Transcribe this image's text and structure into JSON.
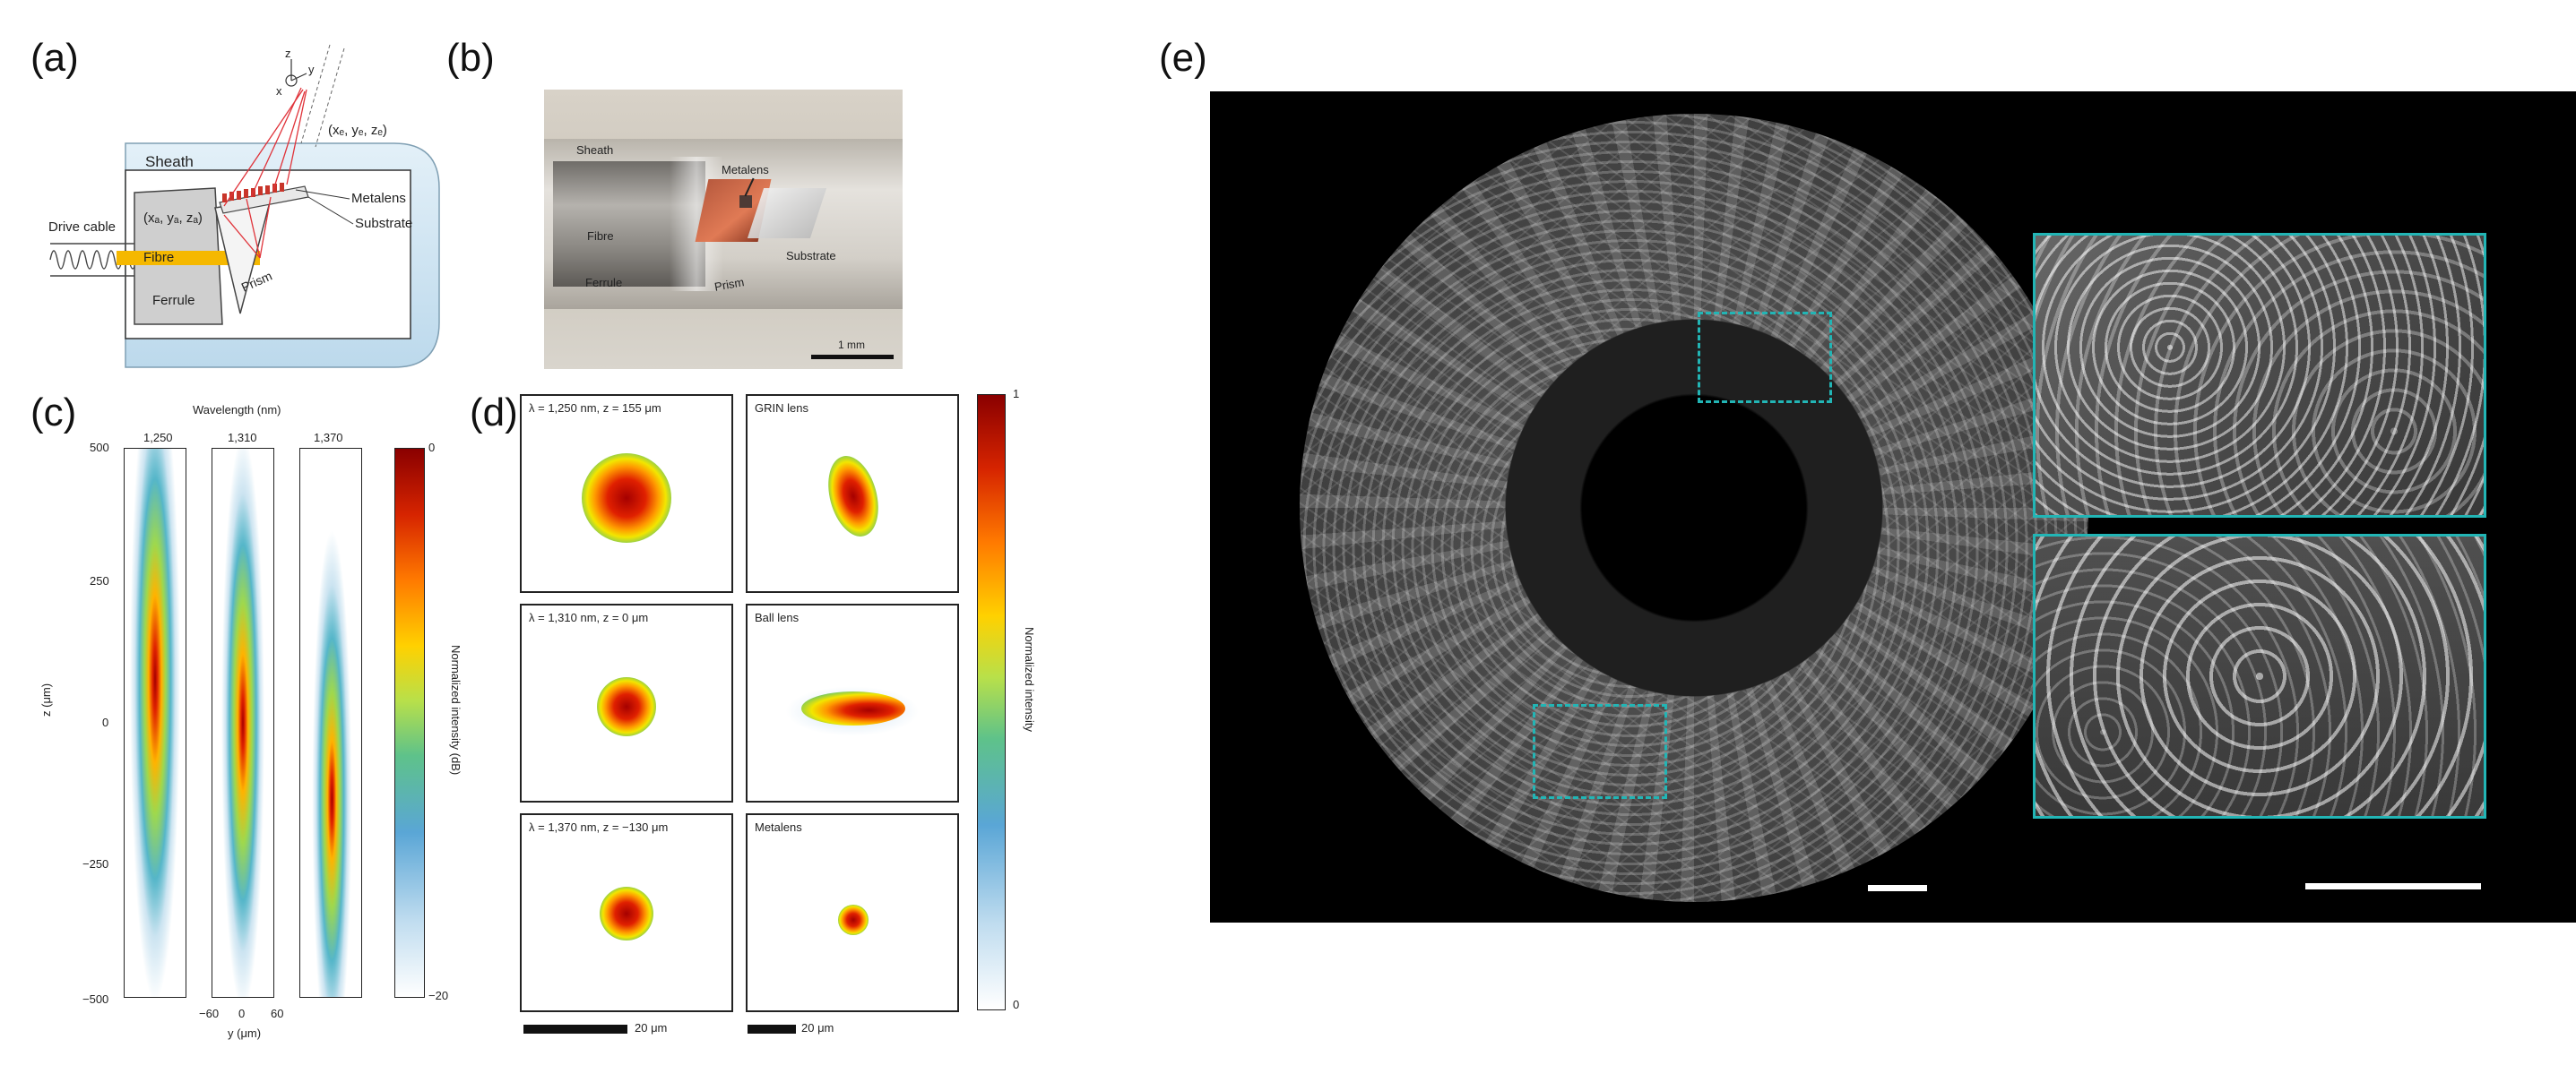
{
  "panels": {
    "a": {
      "label": "(a)",
      "texts": {
        "sheath": "Sheath",
        "drive_cable": "Drive cable",
        "fibre": "Fibre",
        "ferrule": "Ferrule",
        "prism": "Prism",
        "metalens": "Metalens",
        "substrate": "Substrate",
        "coord_in": "(xₐ, yₐ, zₐ)",
        "coord_out": "(xₑ, yₑ, zₑ)",
        "axis_z": "z",
        "axis_y": "y",
        "axis_x": "x"
      }
    },
    "b": {
      "label": "(b)",
      "texts": {
        "sheath": "Sheath",
        "metalens": "Metalens",
        "fibre": "Fibre",
        "substrate": "Substrate",
        "ferrule": "Ferrule",
        "prism": "Prism",
        "scale": "1 mm"
      }
    },
    "c": {
      "label": "(c)",
      "title": "Wavelength (nm)",
      "columns": [
        "1,250",
        "1,310",
        "1,370"
      ],
      "y_axis_label": "z (μm)",
      "y_ticks": [
        "500",
        "250",
        "0",
        "−250",
        "−500"
      ],
      "x_axis_label": "y (μm)",
      "x_ticks": [
        "−60",
        "0",
        "60"
      ],
      "colorbar_label": "Normalized intensity (dB)",
      "colorbar_ticks": [
        "0",
        "−20"
      ]
    },
    "d": {
      "label": "(d)",
      "cells": [
        {
          "text": "λ = 1,250 nm, z = 155 μm"
        },
        {
          "text": "GRIN lens"
        },
        {
          "text": "λ = 1,310 nm, z = 0 μm"
        },
        {
          "text": "Ball lens"
        },
        {
          "text": "λ = 1,370 nm, z = −130 μm"
        },
        {
          "text": "Metalens"
        }
      ],
      "scalebar_left": "20 μm",
      "scalebar_right": "20 μm",
      "colorbar_label": "Normalized intensity",
      "colorbar_ticks": [
        "1",
        "0"
      ]
    },
    "e": {
      "label": "(e)"
    }
  },
  "colors": {
    "inset_border": "#22b5b5",
    "jet_hot": "#a50000",
    "fibre_core": "#f5b800"
  }
}
